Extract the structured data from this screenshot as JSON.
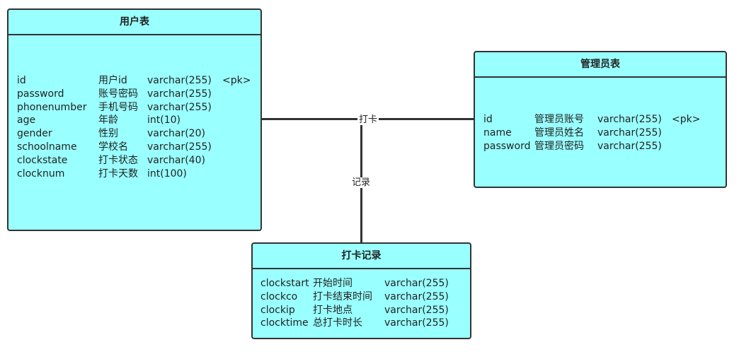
{
  "entities": {
    "user": {
      "title": "用户表",
      "rows": [
        {
          "field": "id",
          "desc": "用户id",
          "type": "varchar(255)",
          "key": "<pk>"
        },
        {
          "field": "password",
          "desc": "账号密码",
          "type": "varchar(255)",
          "key": ""
        },
        {
          "field": "phonenumber",
          "desc": "手机号码",
          "type": "varchar(255)",
          "key": ""
        },
        {
          "field": "age",
          "desc": "年龄",
          "type": "int(10)",
          "key": ""
        },
        {
          "field": "gender",
          "desc": "性别",
          "type": "varchar(20)",
          "key": ""
        },
        {
          "field": "schoolname",
          "desc": "学校名",
          "type": "varchar(255)",
          "key": ""
        },
        {
          "field": "clockstate",
          "desc": "打卡状态",
          "type": "varchar(40)",
          "key": ""
        },
        {
          "field": "clocknum",
          "desc": "打卡天数",
          "type": "int(100)",
          "key": ""
        }
      ]
    },
    "admin": {
      "title": "管理员表",
      "rows": [
        {
          "field": "id",
          "desc": "管理员账号",
          "type": "varchar(255)",
          "key": "<pk>"
        },
        {
          "field": "name",
          "desc": "管理员姓名",
          "type": "varchar(255)",
          "key": ""
        },
        {
          "field": "password",
          "desc": "管理员密码",
          "type": "varchar(255)",
          "key": ""
        }
      ]
    },
    "record": {
      "title": "打卡记录",
      "rows": [
        {
          "field": "clockstart",
          "desc": "开始时间",
          "type": "varchar(255)",
          "key": ""
        },
        {
          "field": "clockco",
          "desc": "打卡结束时间",
          "type": "varchar(255)",
          "key": ""
        },
        {
          "field": "clockip",
          "desc": "打卡地点",
          "type": "varchar(255)",
          "key": ""
        },
        {
          "field": "clocktime",
          "desc": "总打卡时长",
          "type": "varchar(255)",
          "key": ""
        }
      ]
    }
  },
  "relations": {
    "checkin_label": "打卡",
    "record_label": "记录"
  }
}
